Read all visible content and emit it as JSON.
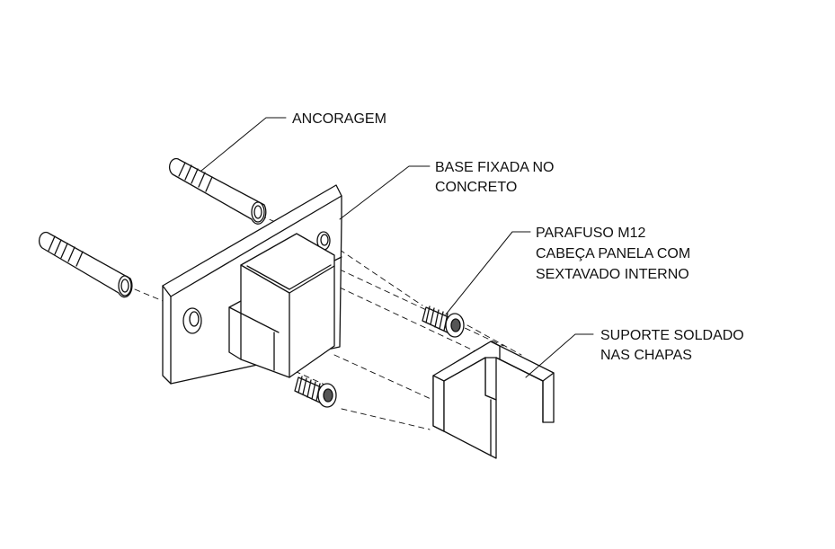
{
  "labels": {
    "ancoragem": "ANCORAGEM",
    "base_line1": "BASE FIXADA NO",
    "base_line2": "CONCRETO",
    "parafuso_line1": "PARAFUSO M12",
    "parafuso_line2": "CABEÇA PANELA COM",
    "parafuso_line3": "SEXTAVADO INTERNO",
    "suporte_line1": "SUPORTE SOLDADO",
    "suporte_line2": "NAS CHAPAS"
  },
  "colors": {
    "line": "#111111",
    "background": "#ffffff",
    "hatch": "#555555"
  }
}
